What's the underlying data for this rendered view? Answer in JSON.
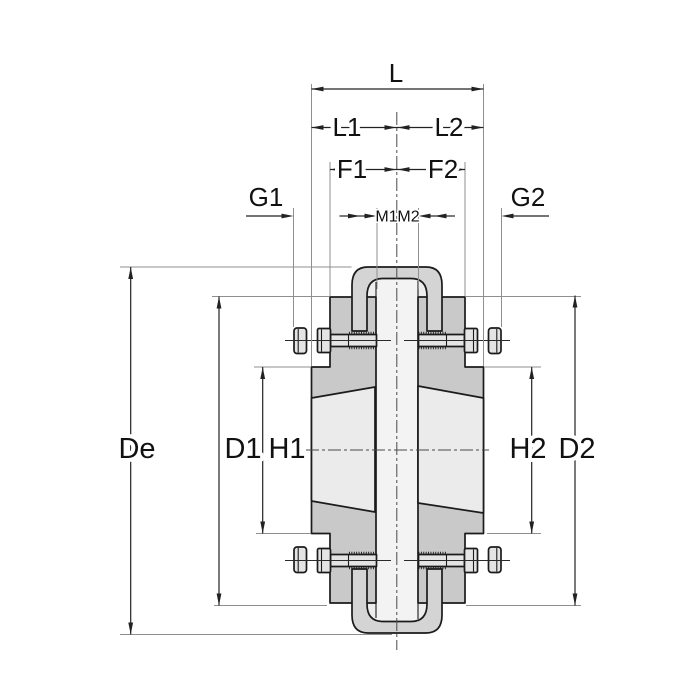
{
  "diagram": {
    "type": "technical-drawing",
    "subject": "tyre coupling cross-section with taper bush hubs, clamping screws and dimension annotations",
    "dimension_labels": {
      "overall_length": "L",
      "hub1_length": "L1",
      "hub2_length": "L2",
      "flange1_width": "F1",
      "flange2_width": "F2",
      "screw1_withdrawal": "G1",
      "screw2_withdrawal": "G2",
      "center_gap1": "M1",
      "center_gap2": "M2",
      "tyre_outer_diameter": "De",
      "flange1_diameter": "D1",
      "hub1_diameter": "H1",
      "hub2_diameter": "H2",
      "flange2_diameter": "D2"
    },
    "colors": {
      "outline": "#1b1b1b",
      "dimension_line": "#222222",
      "extension_line": "#8f8f8f",
      "hub_fill": "#c9c9c9",
      "tyre_fill": "#d4d4d4",
      "bush_fill": "#ebebeb",
      "bore_fill": "#f3f3f3",
      "inner_fill": "#ededed",
      "bolt_fill": "#e4e4e4",
      "background": "#ffffff"
    }
  }
}
